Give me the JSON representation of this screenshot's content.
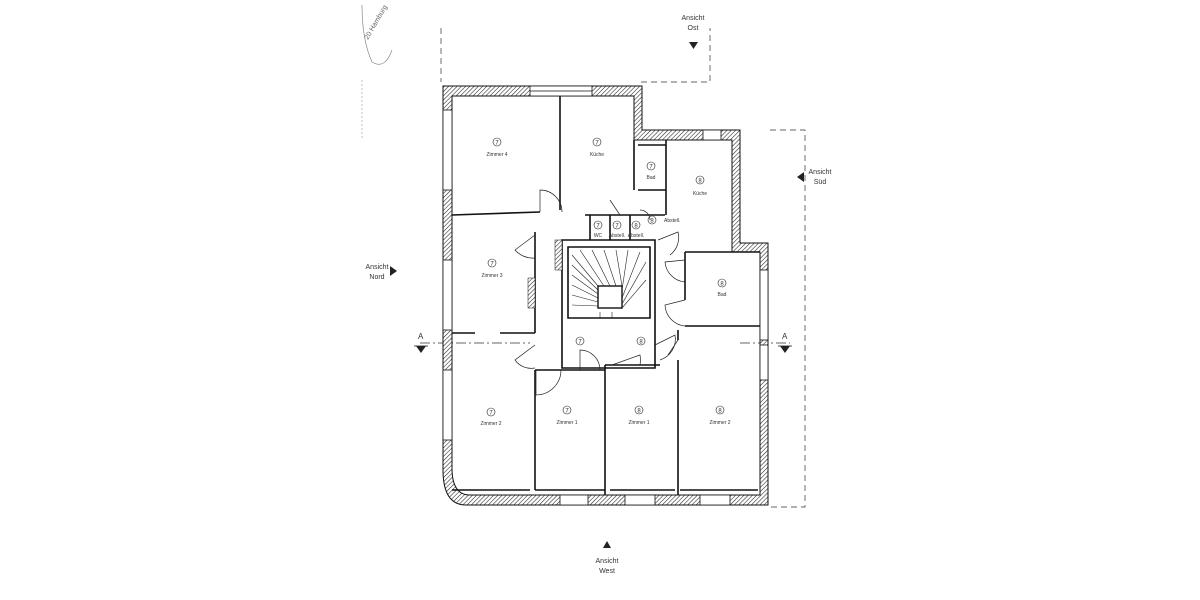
{
  "views": {
    "ost": {
      "line1": "Ansicht",
      "line2": "Ost"
    },
    "sued": {
      "line1": "Ansicht",
      "line2": "Süd"
    },
    "nord": {
      "line1": "Ansicht",
      "line2": "Nord"
    },
    "west": {
      "line1": "Ansicht",
      "line2": "West"
    }
  },
  "section": {
    "left": "A",
    "right": "A"
  },
  "stamp": {
    "text": "20 Hamburg"
  },
  "rooms": {
    "zimmer4": {
      "num": "7",
      "name": "Zimmer 4"
    },
    "kueche7": {
      "num": "7",
      "name": "Küche"
    },
    "bad7": {
      "num": "7",
      "name": "Bad"
    },
    "kueche8": {
      "num": "8",
      "name": "Küche"
    },
    "wc7": {
      "num": "7",
      "name": "WC"
    },
    "abst7": {
      "num": "7",
      "name": "Abstell."
    },
    "abst8": {
      "num": "8",
      "name": "Abstell."
    },
    "abst8b": {
      "num": "8",
      "name": "Abstell."
    },
    "zimmer3": {
      "num": "7",
      "name": "Zimmer 3"
    },
    "bad8": {
      "num": "8",
      "name": "Bad"
    },
    "flur7": {
      "num": "7"
    },
    "flur8": {
      "num": "8"
    },
    "zimmer2_7": {
      "num": "7",
      "name": "Zimmer 2"
    },
    "zimmer1_7": {
      "num": "7",
      "name": "Zimmer 1"
    },
    "zimmer1_8": {
      "num": "8",
      "name": "Zimmer 1"
    },
    "zimmer2_8": {
      "num": "8",
      "name": "Zimmer 2"
    }
  }
}
